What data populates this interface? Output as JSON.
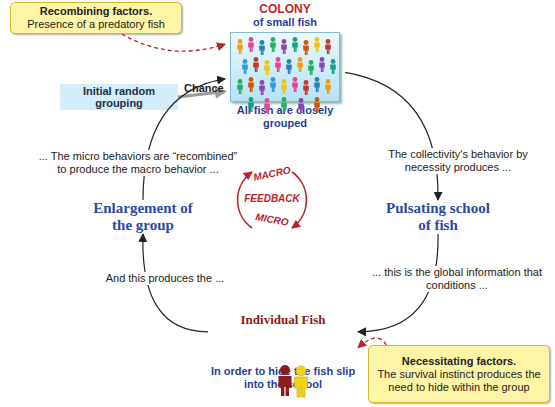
{
  "diagram": {
    "nodes": [
      {
        "text": [
          "Recombining factors.",
          "Presence of a predatory fish"
        ]
      },
      {
        "text": [
          "COLONY",
          "of small fish",
          "All fish are closely grouped"
        ]
      },
      {
        "text": [
          "Initial random grouping"
        ]
      },
      {
        "text": [
          "Enlargement of the group"
        ]
      },
      {
        "text": [
          "Pulsating school of fish"
        ]
      },
      {
        "text": [
          "Individual Fish",
          "In order to hide the fish slip into the school"
        ]
      },
      {
        "text": [
          "Necessitating factors.",
          "The survival instinct produces the need to hide within the group"
        ]
      }
    ],
    "edges": [
      {
        "from": 0,
        "to": 1,
        "arrow": "to"
      },
      {
        "from": 2,
        "to": 1,
        "label": "Chance",
        "arrow": "to"
      },
      {
        "from": 1,
        "to": 4,
        "label": "The collectivity's behavior by necessity produces ...",
        "arrow": "to"
      },
      {
        "from": 4,
        "to": 5,
        "label": "... this is the global information that conditions ...",
        "arrow": "to"
      },
      {
        "from": 5,
        "to": 3,
        "label": "And this produces the ...",
        "arrow": "to"
      },
      {
        "from": 3,
        "to": 1,
        "label": "... The micro behaviors are “recombined” to produce the macro behavior ...",
        "arrow": "to"
      },
      {
        "from": 6,
        "to": 5,
        "arrow": "to"
      }
    ],
    "labels": [
      "MACRO",
      "FEEDBACK",
      "MICRO"
    ]
  }
}
